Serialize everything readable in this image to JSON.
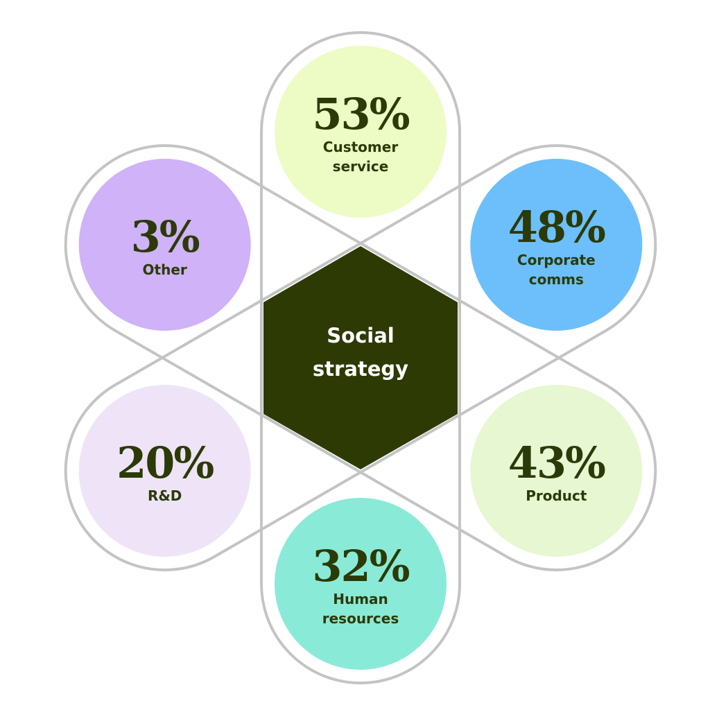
{
  "center": {
    "line1": "Social",
    "line2": "strategy",
    "color": "#2d3a04"
  },
  "segments": [
    {
      "id": "customer-service",
      "value": "53%",
      "label1": "Customer",
      "label2": "service",
      "color": "#ecfcc4"
    },
    {
      "id": "corporate-comms",
      "value": "48%",
      "label1": "Corporate",
      "label2": "comms",
      "color": "#6cbffa"
    },
    {
      "id": "product",
      "value": "43%",
      "label1": "Product",
      "label2": "",
      "color": "#e6f7d2"
    },
    {
      "id": "human-resources",
      "value": "32%",
      "label1": "Human",
      "label2": "resources",
      "color": "#8aead8"
    },
    {
      "id": "rnd",
      "value": "20%",
      "label1": "R&D",
      "label2": "",
      "color": "#efe4f7"
    },
    {
      "id": "other",
      "value": "3%",
      "label1": "Other",
      "label2": "",
      "color": "#cfb2f8"
    }
  ],
  "outline_color": "#c4c4c4"
}
